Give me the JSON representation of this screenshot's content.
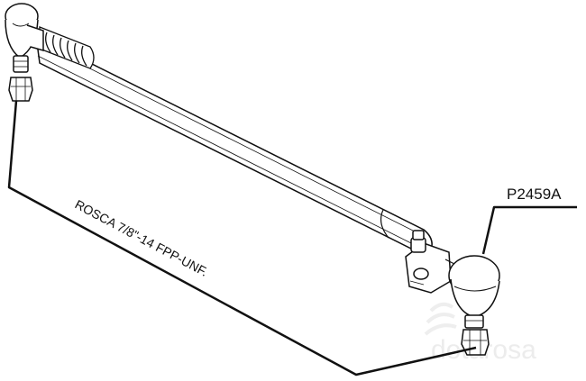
{
  "part_number": "P2459A",
  "thread_spec": "ROSCA 7/8\"-14 FPP-UNF.",
  "watermark": "dotarosa",
  "colors": {
    "outline": "#111111",
    "background": "#ffffff",
    "watermark": "#ececec"
  }
}
